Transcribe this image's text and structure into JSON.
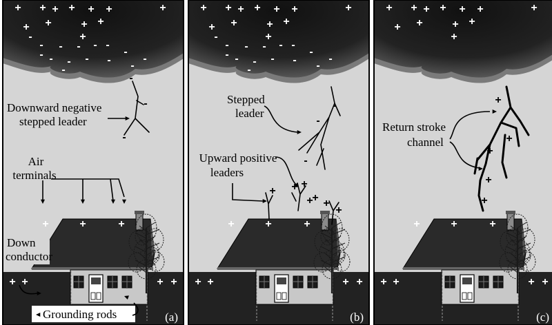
{
  "colors": {
    "sky": "#d5d5d5",
    "cloud": "#1c1c1c",
    "ground": "#222222",
    "roof": "#2a2a2a",
    "wall": "#c8c8c8",
    "accent_arrow": "#000000"
  },
  "panels": [
    {
      "letter": "(a)",
      "labels": {
        "leader_line1": "Downward negative",
        "leader_line2": "stepped leader",
        "air_line1": "Air",
        "air_line2": "terminals",
        "down_line1": "Down",
        "down_line2": "conductor",
        "rods": "Grounding rods"
      }
    },
    {
      "letter": "(b)",
      "labels": {
        "leader_line1": "Stepped",
        "leader_line2": "leader",
        "upward_line1": "Upward positive",
        "upward_line2": "leaders"
      }
    },
    {
      "letter": "(c)",
      "labels": {
        "return_line1": "Return stroke",
        "return_line2": "channel"
      }
    }
  ],
  "glyphs": {
    "plus": "+",
    "minus": "-"
  }
}
